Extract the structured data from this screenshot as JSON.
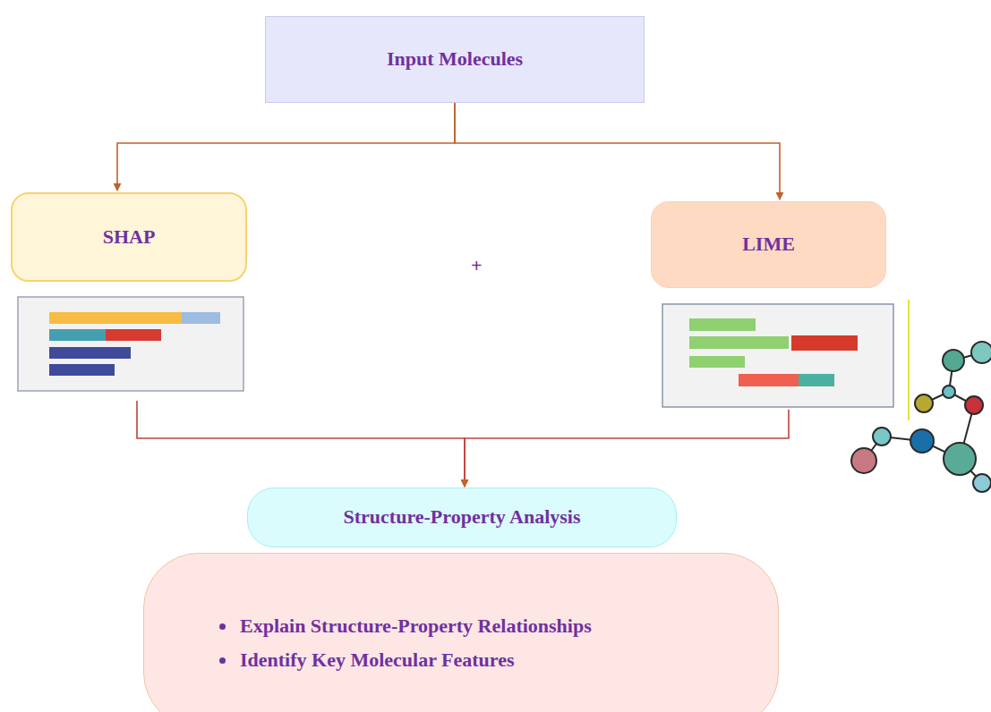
{
  "diagram": {
    "nodes": [
      {
        "text": [
          "Input Molecules"
        ]
      },
      {
        "text": [
          "SHAP"
        ]
      },
      {
        "text": [
          "LIME"
        ]
      },
      {
        "text": [
          "Structure-Property Analysis"
        ]
      },
      {
        "text": [
          "Explain Structure-Property Relationships",
          "Identify Key Molecular Features"
        ]
      }
    ],
    "edges": [
      {
        "from": 0,
        "to": 1,
        "arrow": "to"
      },
      {
        "from": 0,
        "to": 2,
        "arrow": "to"
      },
      {
        "from": 1,
        "to": 3,
        "arrow": "to"
      },
      {
        "from": 2,
        "to": 3,
        "arrow": "to"
      }
    ],
    "labels": [
      "+"
    ]
  }
}
